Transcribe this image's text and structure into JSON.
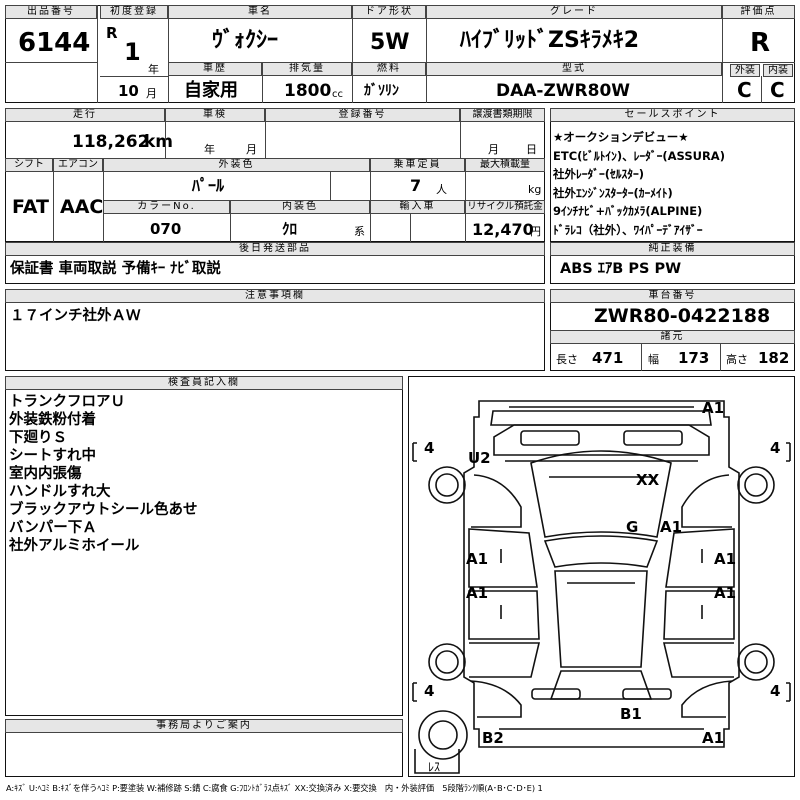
{
  "header": {
    "lot_label": "出品番号",
    "lot_no": "6144",
    "first_reg_label": "初度登録",
    "era": "R",
    "year": "1",
    "year_unit": "年",
    "month": "10",
    "month_unit": "月",
    "car_name_label": "車名",
    "car_name": "ｳﾞｫｸｼｰ",
    "door_label": "ドア形状",
    "door": "5W",
    "grade_label": "グレード",
    "grade": "ﾊｲﾌﾞﾘｯﾄﾞZSｷﾗﾒｷ2",
    "score_label": "評価点",
    "score": "R",
    "history_label": "車歴",
    "history": "自家用",
    "displacement_label": "排気量",
    "displacement": "1800",
    "displacement_unit": "cc",
    "fuel_label": "燃料",
    "fuel": "ｶﾞｿﾘﾝ",
    "model_label": "型式",
    "model": "DAA-ZWR80W",
    "exterior_label": "外装",
    "exterior_grade": "C",
    "interior_label": "内装",
    "interior_grade": "C"
  },
  "row2": {
    "mileage_label": "走行",
    "mileage": "118,262",
    "mileage_unit": "km",
    "inspection_label": "車検",
    "insp_year_unit": "年",
    "insp_month_unit": "月",
    "reg_label": "登録番号",
    "transfer_label": "譲渡書類期限",
    "transfer_month_unit": "月",
    "transfer_day_unit": "日",
    "shift_label": "シフト",
    "shift": "FAT",
    "ac_label": "エアコン",
    "ac": "AAC",
    "color_label": "外装色",
    "color": "ﾊﾟｰﾙ",
    "capacity_label": "乗車定員",
    "capacity": "7",
    "capacity_unit": "人",
    "max_load_label": "最大積載量",
    "max_load_unit": "kg",
    "color_no_label": "カラーNo.",
    "color_no": "070",
    "int_color_label": "内装色",
    "int_color": "ｸﾛ",
    "int_color_unit": "系",
    "import_label": "輸入車",
    "recycle_label": "リサイクル預託金",
    "recycle": "12,470",
    "recycle_unit": "円"
  },
  "sales": {
    "label": "セールスポイント",
    "items": [
      "★オークションデビュー★",
      "ETC(ﾋﾞﾙﾄｲﾝ)、ﾚｰﾀﾞｰ(ASSURA)",
      "社外ﾚｰﾀﾞｰ(ｾﾙｽﾀｰ)",
      "社外ｴﾝｼﾞﾝｽﾀｰﾀｰ(ｶｰﾒｲﾄ)",
      "9ｲﾝﾁﾅﾋﾞ+ﾊﾞｯｸｶﾒﾗ(ALPINE)",
      "ﾄﾞﾗﾚｺ（社外）、ﾜｲﾊﾟｰﾃﾞｱｲｻﾞｰ"
    ]
  },
  "later": {
    "label": "後日発送部品",
    "text": "保証書 車両取説 予備ｷｰ ﾅﾋﾞ取説"
  },
  "equipment": {
    "label": "純正装備",
    "text": "ABS ｴｱB PS PW"
  },
  "caution": {
    "label": "注意事項欄",
    "text": "１７インチ社外ＡＷ"
  },
  "chassis": {
    "label": "車台番号",
    "value": "ZWR80-0422188"
  },
  "specs": {
    "label": "諸元",
    "length_label": "長さ",
    "length": "471",
    "width_label": "幅",
    "width": "173",
    "height_label": "高さ",
    "height": "182"
  },
  "inspector": {
    "label": "検査員記入欄",
    "lines": [
      "トランクフロアＵ",
      "外装鉄粉付着",
      "下廻りＳ",
      "シートすれ中",
      "室内内張傷",
      "ハンドルすれ大",
      "ブラックアウトシール色あせ",
      "バンパー下Ａ",
      "社外アルミホイール"
    ]
  },
  "office": {
    "label": "事務局よりご案内"
  },
  "diagram": {
    "marks": [
      {
        "id": "a1-roof-right",
        "text": "A1"
      },
      {
        "id": "u2-front-left",
        "text": "U2"
      },
      {
        "id": "xx-hood",
        "text": "XX"
      },
      {
        "id": "g-windshield",
        "text": "G"
      },
      {
        "id": "a1-right-front",
        "text": "A1"
      },
      {
        "id": "a1-left-door-1",
        "text": "A1"
      },
      {
        "id": "a1-right-door-1",
        "text": "A1"
      },
      {
        "id": "a1-left-door-2",
        "text": "A1"
      },
      {
        "id": "a1-right-door-2",
        "text": "A1"
      },
      {
        "id": "b1-rear",
        "text": "B1"
      },
      {
        "id": "b2-rear-left",
        "text": "B2"
      },
      {
        "id": "a1-rear-right",
        "text": "A1"
      }
    ],
    "tyre_fl": "4",
    "tyre_fr": "4",
    "tyre_rl": "4",
    "tyre_rr": "4",
    "spare": "ﾚｽ"
  },
  "legend": "A:ｷｽﾞ U:ﾍｺﾐ B:ｷｽﾞを伴うﾍｺﾐ P:要塗装 W:補修跡 S:錆 C:腐食 G:ﾌﾛﾝﾄｶﾞﾗｽ点ｷｽﾞ XX:交換済み X:要交換　内・外装評価　5段階ﾗﾝｸ順(A･B･C･D･E) 1"
}
